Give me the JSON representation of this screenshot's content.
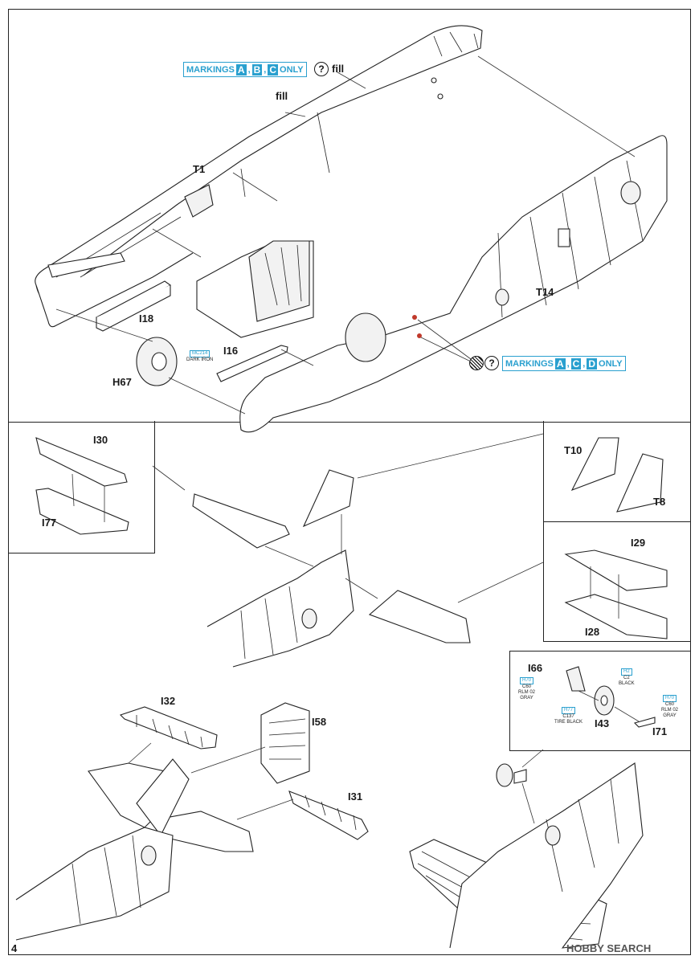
{
  "page": {
    "number": "4"
  },
  "markings": [
    {
      "prefix": "MARKINGS",
      "letters": [
        "A",
        "B",
        "C"
      ],
      "suffix": "ONLY"
    },
    {
      "prefix": "MARKINGS",
      "letters": [
        "A",
        "C",
        "D"
      ],
      "suffix": "ONLY"
    }
  ],
  "notes": {
    "fill": "fill",
    "fill2": "fill",
    "optional": "?"
  },
  "parts": {
    "T1": "T1",
    "T14": "T14",
    "I18": "I18",
    "I16": "I16",
    "H67": "H67",
    "I30": "I30",
    "I77": "I77",
    "T10": "T10",
    "T8": "T8",
    "I29": "I29",
    "I28": "I28",
    "I66": "I66",
    "I43": "I43",
    "I71": "I71",
    "I32": "I32",
    "I58": "I58",
    "I31": "I31"
  },
  "paints": {
    "mc214": {
      "code": "MC214",
      "name": "DARK IRON"
    },
    "h70a": {
      "code": "H70",
      "c": "C60",
      "name1": "RLM 02",
      "name2": "GRAY"
    },
    "h2": {
      "code": "H2",
      "c": "C2",
      "name1": "BLACK"
    },
    "h70b": {
      "code": "H70",
      "c": "C60",
      "name1": "RLM 02",
      "name2": "GRAY"
    },
    "h77": {
      "code": "H77",
      "c": "C137",
      "name1": "TIRE BLACK"
    }
  },
  "watermark": {
    "text": "HOBBY SEARCH"
  }
}
